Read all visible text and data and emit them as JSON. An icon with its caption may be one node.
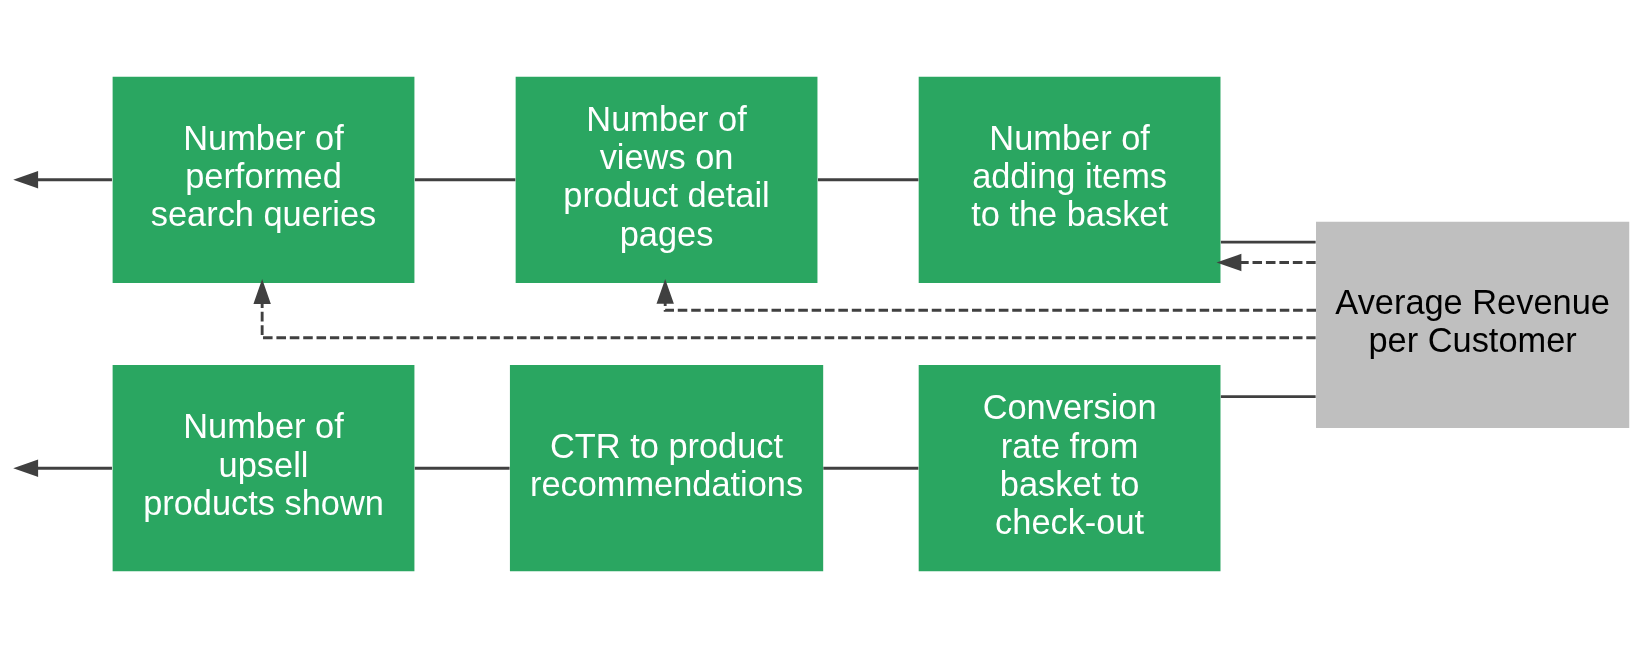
{
  "diagram": {
    "nodes": [
      {
        "text": [
          "Number of performed search queries"
        ]
      },
      {
        "text": [
          "Number of views on product detail pages"
        ]
      },
      {
        "text": [
          "Number of adding items to the basket"
        ]
      },
      {
        "text": [
          "Average Revenue per Customer"
        ]
      },
      {
        "text": [
          "Number of upsell products shown"
        ]
      },
      {
        "text": [
          "CTR to product recommendations"
        ]
      },
      {
        "text": [
          "Conversion rate from basket to check-out"
        ]
      }
    ],
    "edges": [
      {
        "from": 3,
        "to": 0,
        "arrow": "to",
        "style": "dashed"
      },
      {
        "from": 3,
        "to": 1,
        "arrow": "to",
        "style": "dashed"
      },
      {
        "from": 3,
        "to": 2,
        "arrow": "to",
        "style": "dashed"
      },
      {
        "from": 3,
        "to": 2,
        "arrow": "none"
      },
      {
        "from": 2,
        "to": 1,
        "arrow": "none"
      },
      {
        "from": 1,
        "to": 0,
        "arrow": "none"
      },
      {
        "from": 0,
        "to": null,
        "arrow": "to"
      },
      {
        "from": 3,
        "to": 6,
        "arrow": "none"
      },
      {
        "from": 6,
        "to": 5,
        "arrow": "none"
      },
      {
        "from": 5,
        "to": 4,
        "arrow": "none"
      },
      {
        "from": 4,
        "to": null,
        "arrow": "to"
      }
    ]
  }
}
